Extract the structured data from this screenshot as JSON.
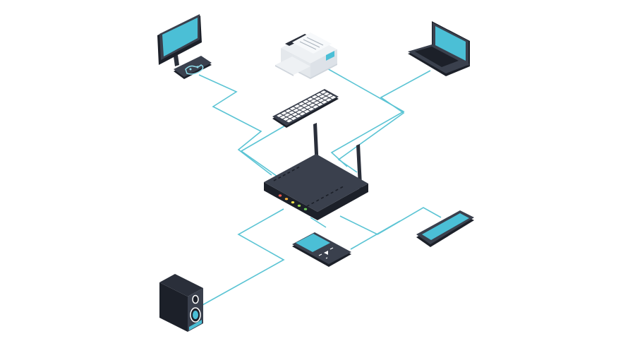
{
  "colors": {
    "background": "#ffffff",
    "cable": "#5bc4d4",
    "device_dark": "#2a2f3a",
    "device_mid": "#3a404d",
    "device_edge": "#1c2029",
    "screen": "#4bbfd6",
    "screen_light": "#8fdcea",
    "printer_body": "#eef1f4",
    "printer_shade": "#cfd5dc",
    "led_colors": [
      "#ff5a4e",
      "#ffb53d",
      "#f0e04a",
      "#9ad94a",
      "#6ecb5a"
    ]
  },
  "devices": [
    {
      "id": "router",
      "icon": "wireless-router-icon"
    },
    {
      "id": "desktop",
      "icon": "desktop-computer-icon"
    },
    {
      "id": "printer",
      "icon": "printer-icon"
    },
    {
      "id": "laptop",
      "icon": "laptop-icon"
    },
    {
      "id": "keyboard",
      "icon": "keyboard-icon"
    },
    {
      "id": "media_player",
      "icon": "media-player-icon"
    },
    {
      "id": "smartphone",
      "icon": "smartphone-icon"
    },
    {
      "id": "speaker",
      "icon": "speaker-icon"
    }
  ],
  "connections": [
    {
      "from": "router",
      "to": "desktop"
    },
    {
      "from": "router",
      "to": "printer"
    },
    {
      "from": "router",
      "to": "laptop"
    },
    {
      "from": "router",
      "to": "keyboard"
    },
    {
      "from": "router",
      "to": "media_player"
    },
    {
      "from": "router",
      "to": "smartphone"
    },
    {
      "from": "router",
      "to": "speaker"
    }
  ]
}
